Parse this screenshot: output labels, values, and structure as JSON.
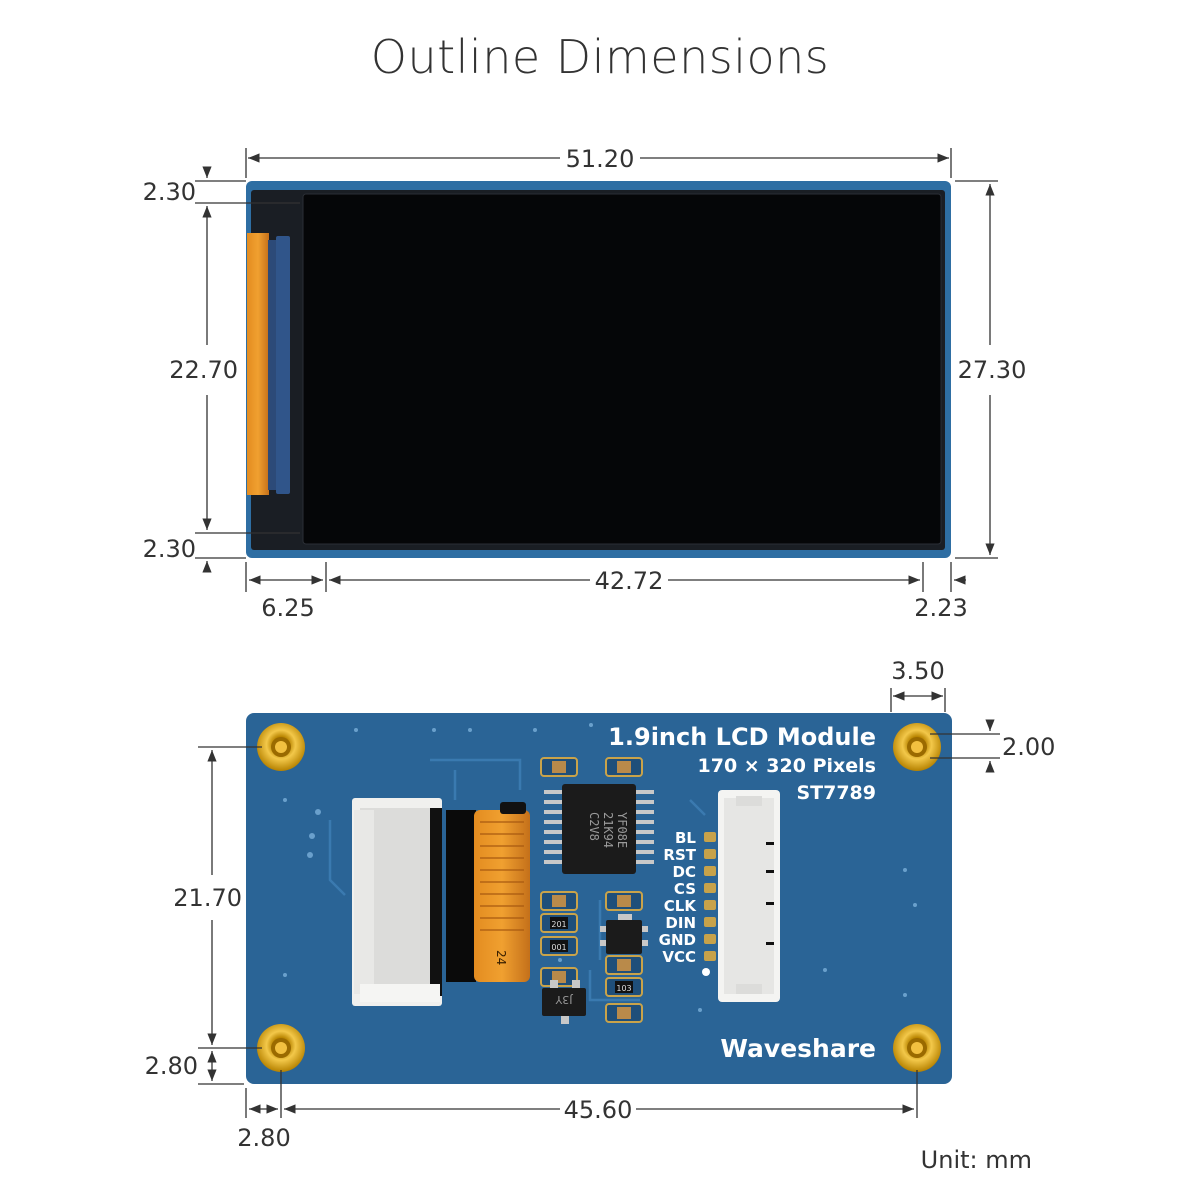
{
  "title": "Outline Dimensions",
  "unit_label": "Unit: mm",
  "front_view": {
    "width_label": "51.20",
    "top_margin_label": "2.30",
    "display_height_label": "22.70",
    "bottom_margin_label": "2.30",
    "total_height_label": "27.30",
    "left_offset_label": "6.25",
    "display_width_label": "42.72",
    "right_offset_label": "2.23"
  },
  "back_view": {
    "board_title": "1.9inch LCD Module",
    "resolution": "170 × 320 Pixels",
    "driver": "ST7789",
    "brand": "Waveshare",
    "chip_marking_lines": [
      "YF08E",
      "21K94",
      "C2V8"
    ],
    "transistor_marking": "J3Y",
    "fpc_number": "24",
    "resistor_labels": [
      "201",
      "001",
      "103"
    ],
    "pins": [
      "BL",
      "RST",
      "DC",
      "CS",
      "CLK",
      "DIN",
      "GND",
      "VCC"
    ],
    "hole_offset_x_label": "3.50",
    "hole_offset_y_label": "2.00",
    "hole_spacing_y_label": "21.70",
    "hole_bottom_label": "2.80",
    "hole_left_label": "2.80",
    "hole_spacing_x_label": "45.60"
  },
  "colors": {
    "pcb_blue": "#2a6496",
    "pcb_blue_dark": "#1f4f7a",
    "gold": "#d9a514",
    "screen": "#050608",
    "fpc_orange": "#d9801c",
    "dimension_line": "#333333"
  }
}
